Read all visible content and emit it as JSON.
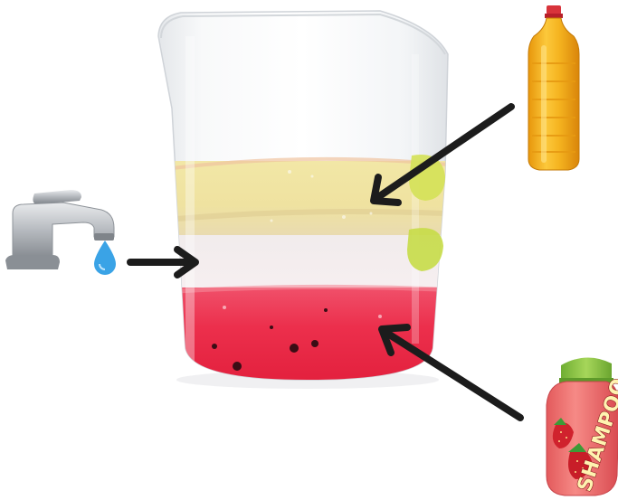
{
  "image": {
    "subject": "density-column",
    "layers_top_to_bottom": [
      "oil",
      "water",
      "shampoo"
    ]
  },
  "shampoo_bottle": {
    "label": "SHAMPOO"
  },
  "colors": {
    "oil": "#efe4a8",
    "water": "#f3f1f2",
    "shampoo": "#ec2b4a",
    "cup_edge": "#c9ccd1",
    "arrow": "#1c1c1c",
    "tap_metal": "#a9adb3",
    "drop": "#3aa3e6",
    "oil_bottle": "#f4b01c",
    "oil_cap": "#d8333b",
    "shampoo_bottle": "#f06e6b",
    "shampoo_cap": "#8bc34a"
  }
}
